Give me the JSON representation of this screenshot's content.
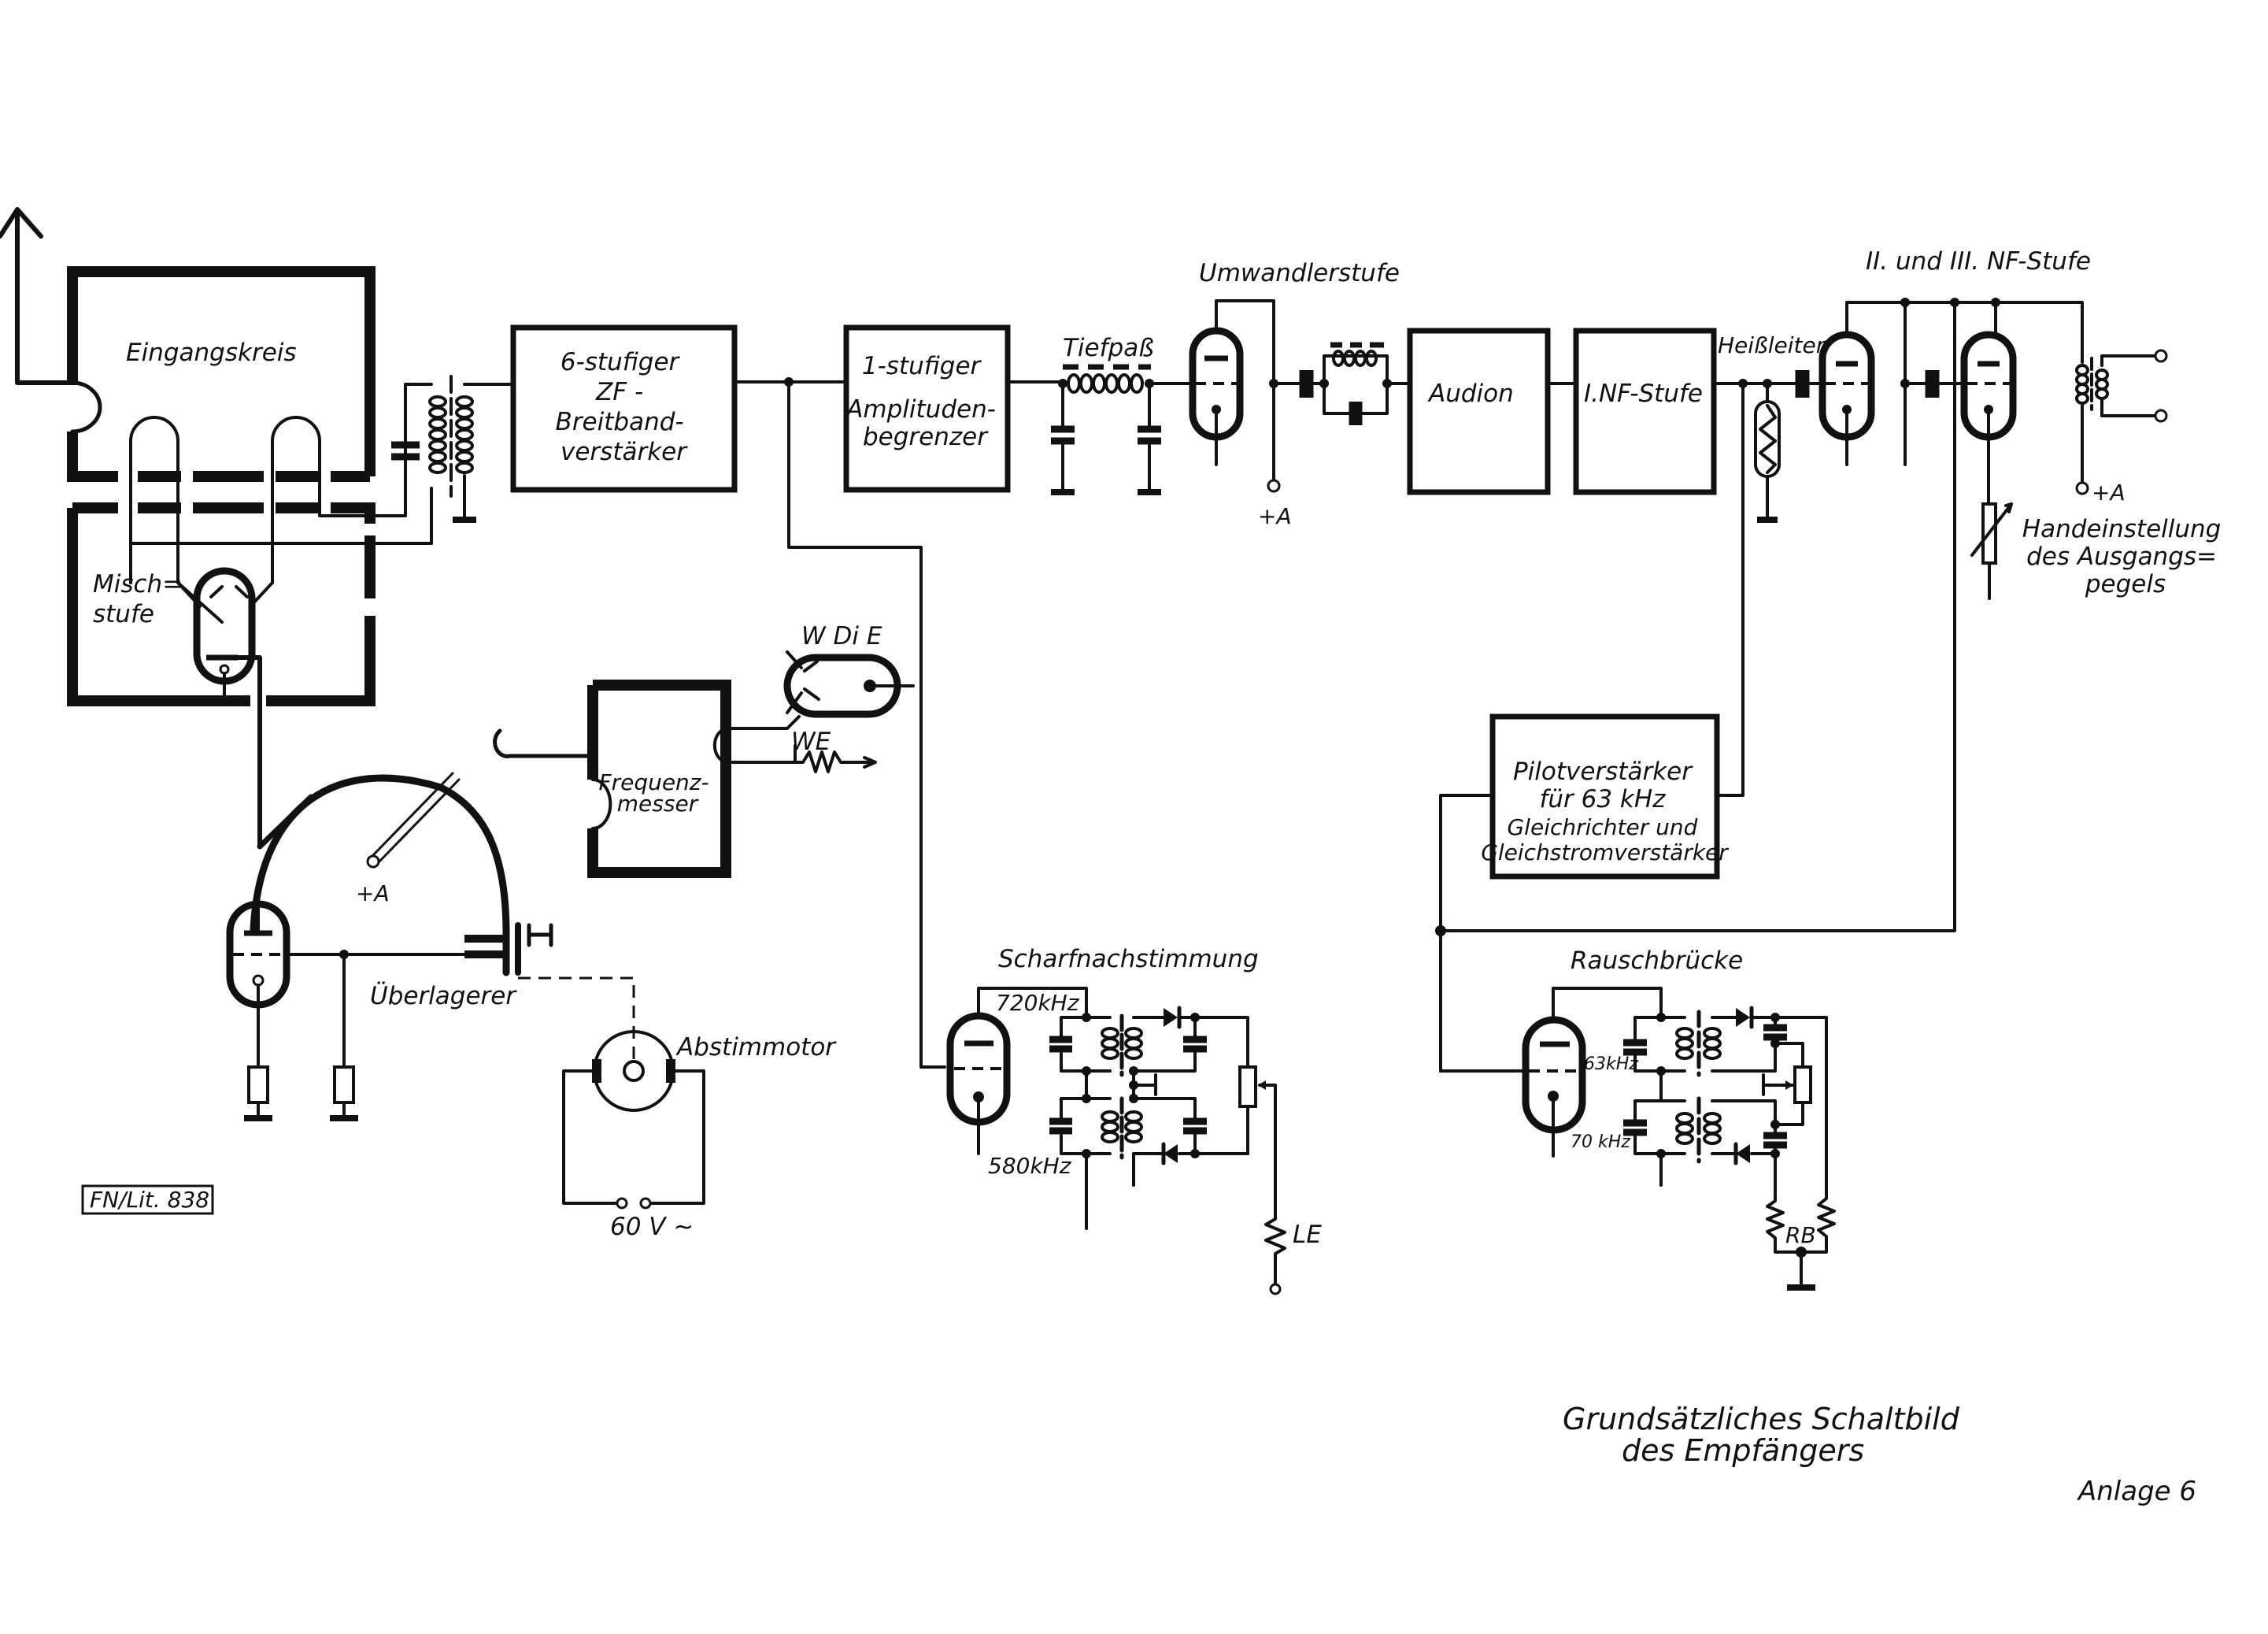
{
  "document": {
    "title_line1": "Grundsätzliches  Schaltbild",
    "title_line2": "des  Empfängers",
    "appendix": "Anlage 6",
    "reference": "FN/Lit. 838"
  },
  "blocks": {
    "input_circuit": "Eingangskreis",
    "mixer_stage": [
      "Misch=",
      "stufe"
    ],
    "if_amplifier": [
      "6-stufiger",
      "ZF -",
      "Breitband-",
      "verstärker"
    ],
    "limiter": [
      "1-stufiger",
      "Amplituden-",
      "begrenzer"
    ],
    "audion": "Audion",
    "af_stage_1": "I.NF-Stufe",
    "frequency_meter": [
      "Frequenz-",
      "messer"
    ],
    "pilot_amplifier": [
      "Pilotverstärker",
      "für 63 kHz",
      "Gleichrichter und",
      "Gleichstromverstärker"
    ]
  },
  "labels": {
    "lowpass": "Tiefpaß",
    "converter_stage": "Umwandlerstufe",
    "plus_a_converter": "+A",
    "thermistor": "Heißleiter",
    "af_stages_2_3": "II. und III. NF-Stufe",
    "plus_a_output": "+A",
    "manual_level": [
      "Handeinstellung",
      "des Ausgangs=",
      "pegels"
    ],
    "wdie": "W Di E",
    "we": "WE",
    "plus_a_osc": "+A",
    "oscillator": "Überlagerer",
    "tuning_motor": "Abstimmotor",
    "mains": "60 V ~",
    "afc": "Scharfnachstimmung",
    "afc_f1": "720kHz",
    "afc_f2": "580kHz",
    "afc_out": "LE",
    "noise_bridge": "Rauschbrücke",
    "nb_f1": "63kHz",
    "nb_f2": "70 kHz",
    "nb_res": "RB"
  },
  "icons": {
    "antenna": "antenna-icon",
    "tube": "vacuum-tube-icon",
    "capacitor": "capacitor-icon",
    "inductor": "inductor-icon",
    "transformer": "transformer-icon",
    "resistor": "resistor-icon",
    "diode": "diode-icon",
    "ground": "ground-icon",
    "potentiometer": "potentiometer-icon",
    "motor": "motor-icon"
  }
}
